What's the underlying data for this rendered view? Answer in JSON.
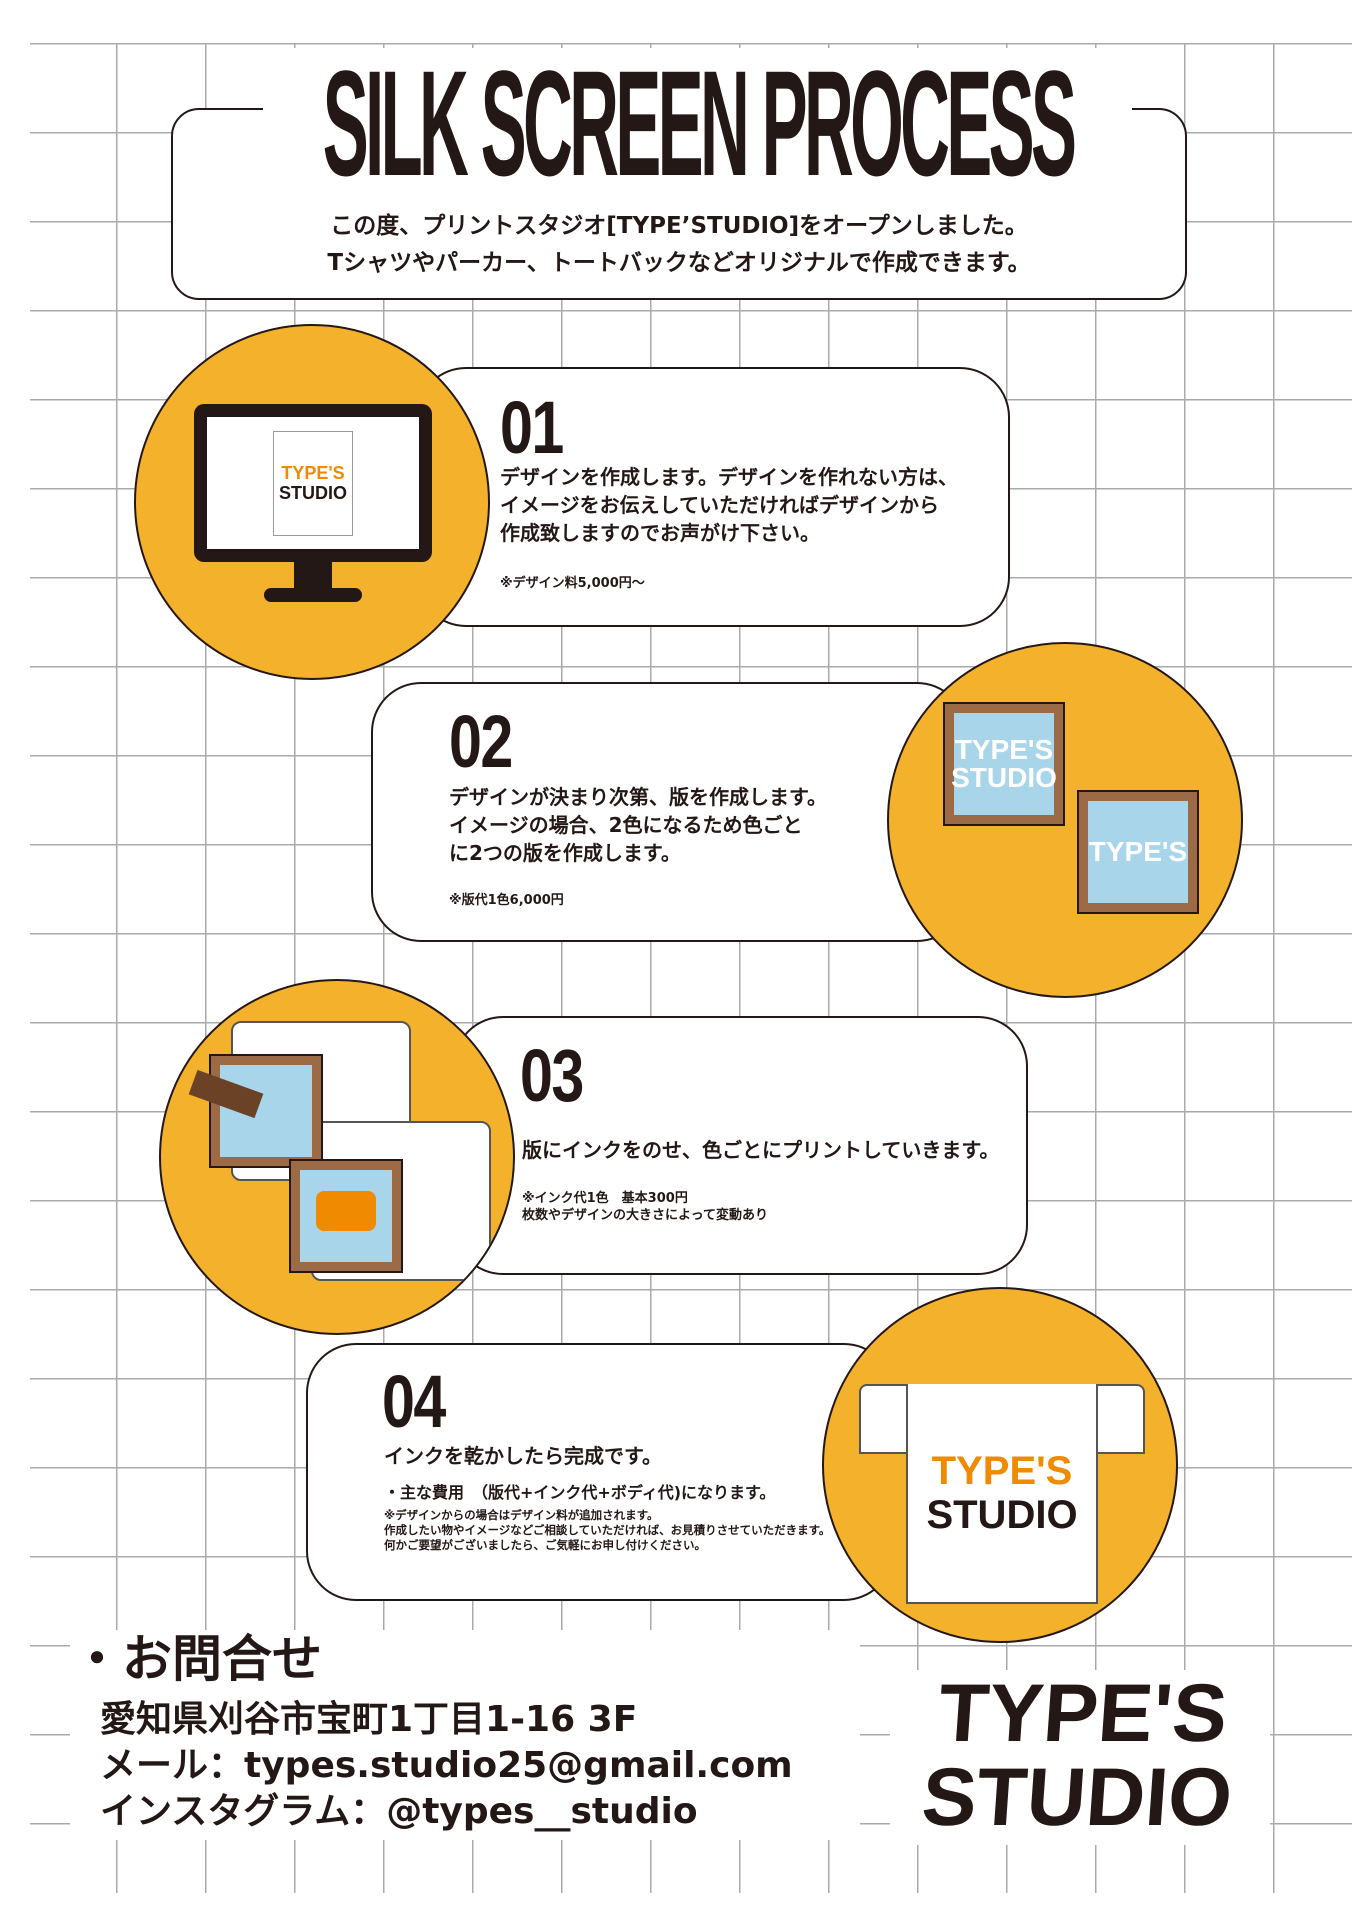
{
  "header": {
    "title": "SILK SCREEN PROCESS",
    "line1": "この度、プリントスタジオ[TYPE’STUDIO]をオープンしました。",
    "line2": "Tシャツやパーカー、トートバックなどオリジナルで作成できます。"
  },
  "steps": [
    {
      "num": "01",
      "text": [
        "デザインを作成します。デザインを作れない方は、",
        "イメージをお伝えしていただければデザインから",
        "作成致しますのでお声がけ下さい。"
      ],
      "notes": [
        "※デザイン料5,000円～"
      ]
    },
    {
      "num": "02",
      "text": [
        "デザインが決まり次第、版を作成します。",
        "イメージの場合、2色になるため色ごと",
        "に2つの版を作成します。"
      ],
      "notes": [
        "※版代1色6,000円"
      ]
    },
    {
      "num": "03",
      "text": [
        "版にインクをのせ、色ごとにプリントしていきます。"
      ],
      "notes": [
        "※インク代1色　基本300円",
        "枚数やデザインの大きさによって変動あり"
      ]
    },
    {
      "num": "04",
      "text": [
        "インクを乾かしたら完成です。"
      ],
      "cost": "・主な費用　（版代+インク代+ボディ代)になります。",
      "notes": [
        "※デザインからの場合はデザイン料が追加されます。",
        "作成したい物やイメージなどご相談していただければ、お見積りさせていただきます。",
        "何かご要望がございましたら、ご気軽にお申し付けください。"
      ]
    }
  ],
  "illustrations": {
    "monitor_logo": [
      "TYPE'S",
      "STUDIO"
    ],
    "frame1": [
      "TYPE'S",
      "STUDIO"
    ],
    "frame2": "TYPE'S",
    "shirt_logo": [
      "TYPE'S",
      "STUDIO"
    ]
  },
  "contact": {
    "heading": "・お問合せ",
    "address": "愛知県刈谷市宝町1丁目1-16 3F",
    "email": "メール：types.studio25@gmail.com",
    "instagram": "インスタグラム：@types__studio"
  },
  "logo": {
    "line1": "TYPE'S",
    "line2": "STUDIO"
  },
  "colors": {
    "orange": "#f4b12c",
    "frame": "#9c6a45",
    "screen": "#a8d5ea"
  }
}
